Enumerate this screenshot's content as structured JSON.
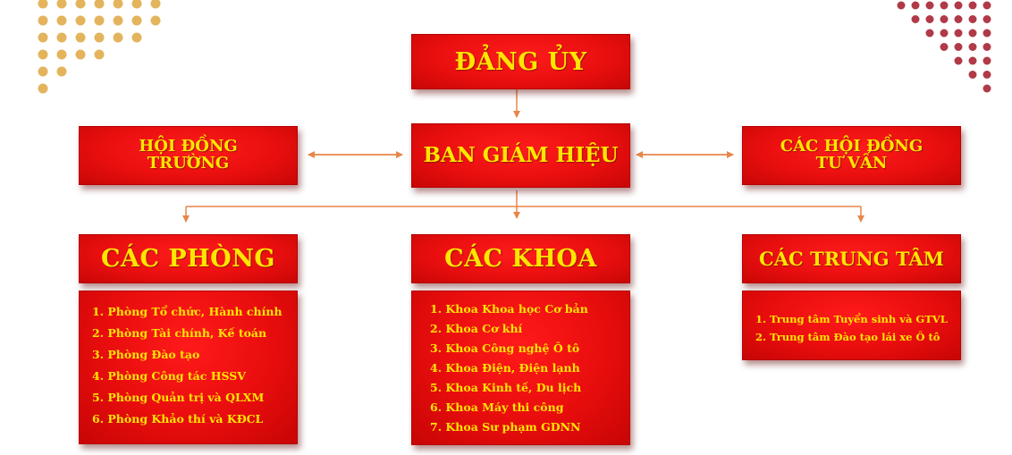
{
  "colors": {
    "box_red": "#e80d0d",
    "text_yellow": "#ffe600",
    "connector": "#e8864a",
    "dots_gold": "#e3b45c",
    "dots_red": "#b03a48"
  },
  "party_committee": {
    "label": "ĐẢNG ỦY"
  },
  "board": {
    "label": "BAN GIÁM HIỆU"
  },
  "school_council": {
    "label_line1": "HỘI ĐỒNG",
    "label_line2": "TRƯỜNG"
  },
  "advisory_councils": {
    "label_line1": "CÁC HỘI ĐỒNG",
    "label_line2": "TƯ VẤN"
  },
  "departments": {
    "title": "CÁC PHÒNG",
    "items": [
      "1. Phòng Tổ chức, Hành chính",
      "2. Phòng Tài chính, Kế toán",
      "3. Phòng Đào tạo",
      "4. Phòng Công tác HSSV",
      "5. Phòng Quản trị và QLXM",
      "6. Phòng Khảo thí và KĐCL"
    ]
  },
  "faculties": {
    "title": "CÁC KHOA",
    "items": [
      "1. Khoa Khoa học Cơ bản",
      "2. Khoa Cơ khí",
      "3. Khoa Công nghệ Ô tô",
      "4. Khoa Điện, Điện lạnh",
      "5. Khoa Kinh tế, Du lịch",
      "6. Khoa Máy thi công",
      "7. Khoa Sư phạm GDNN"
    ]
  },
  "centers": {
    "title": "CÁC TRUNG TÂM",
    "items": [
      "1. Trung tâm Tuyển sinh và GTVL",
      "2. Trung tâm Đào tạo lái xe Ô tô"
    ]
  }
}
